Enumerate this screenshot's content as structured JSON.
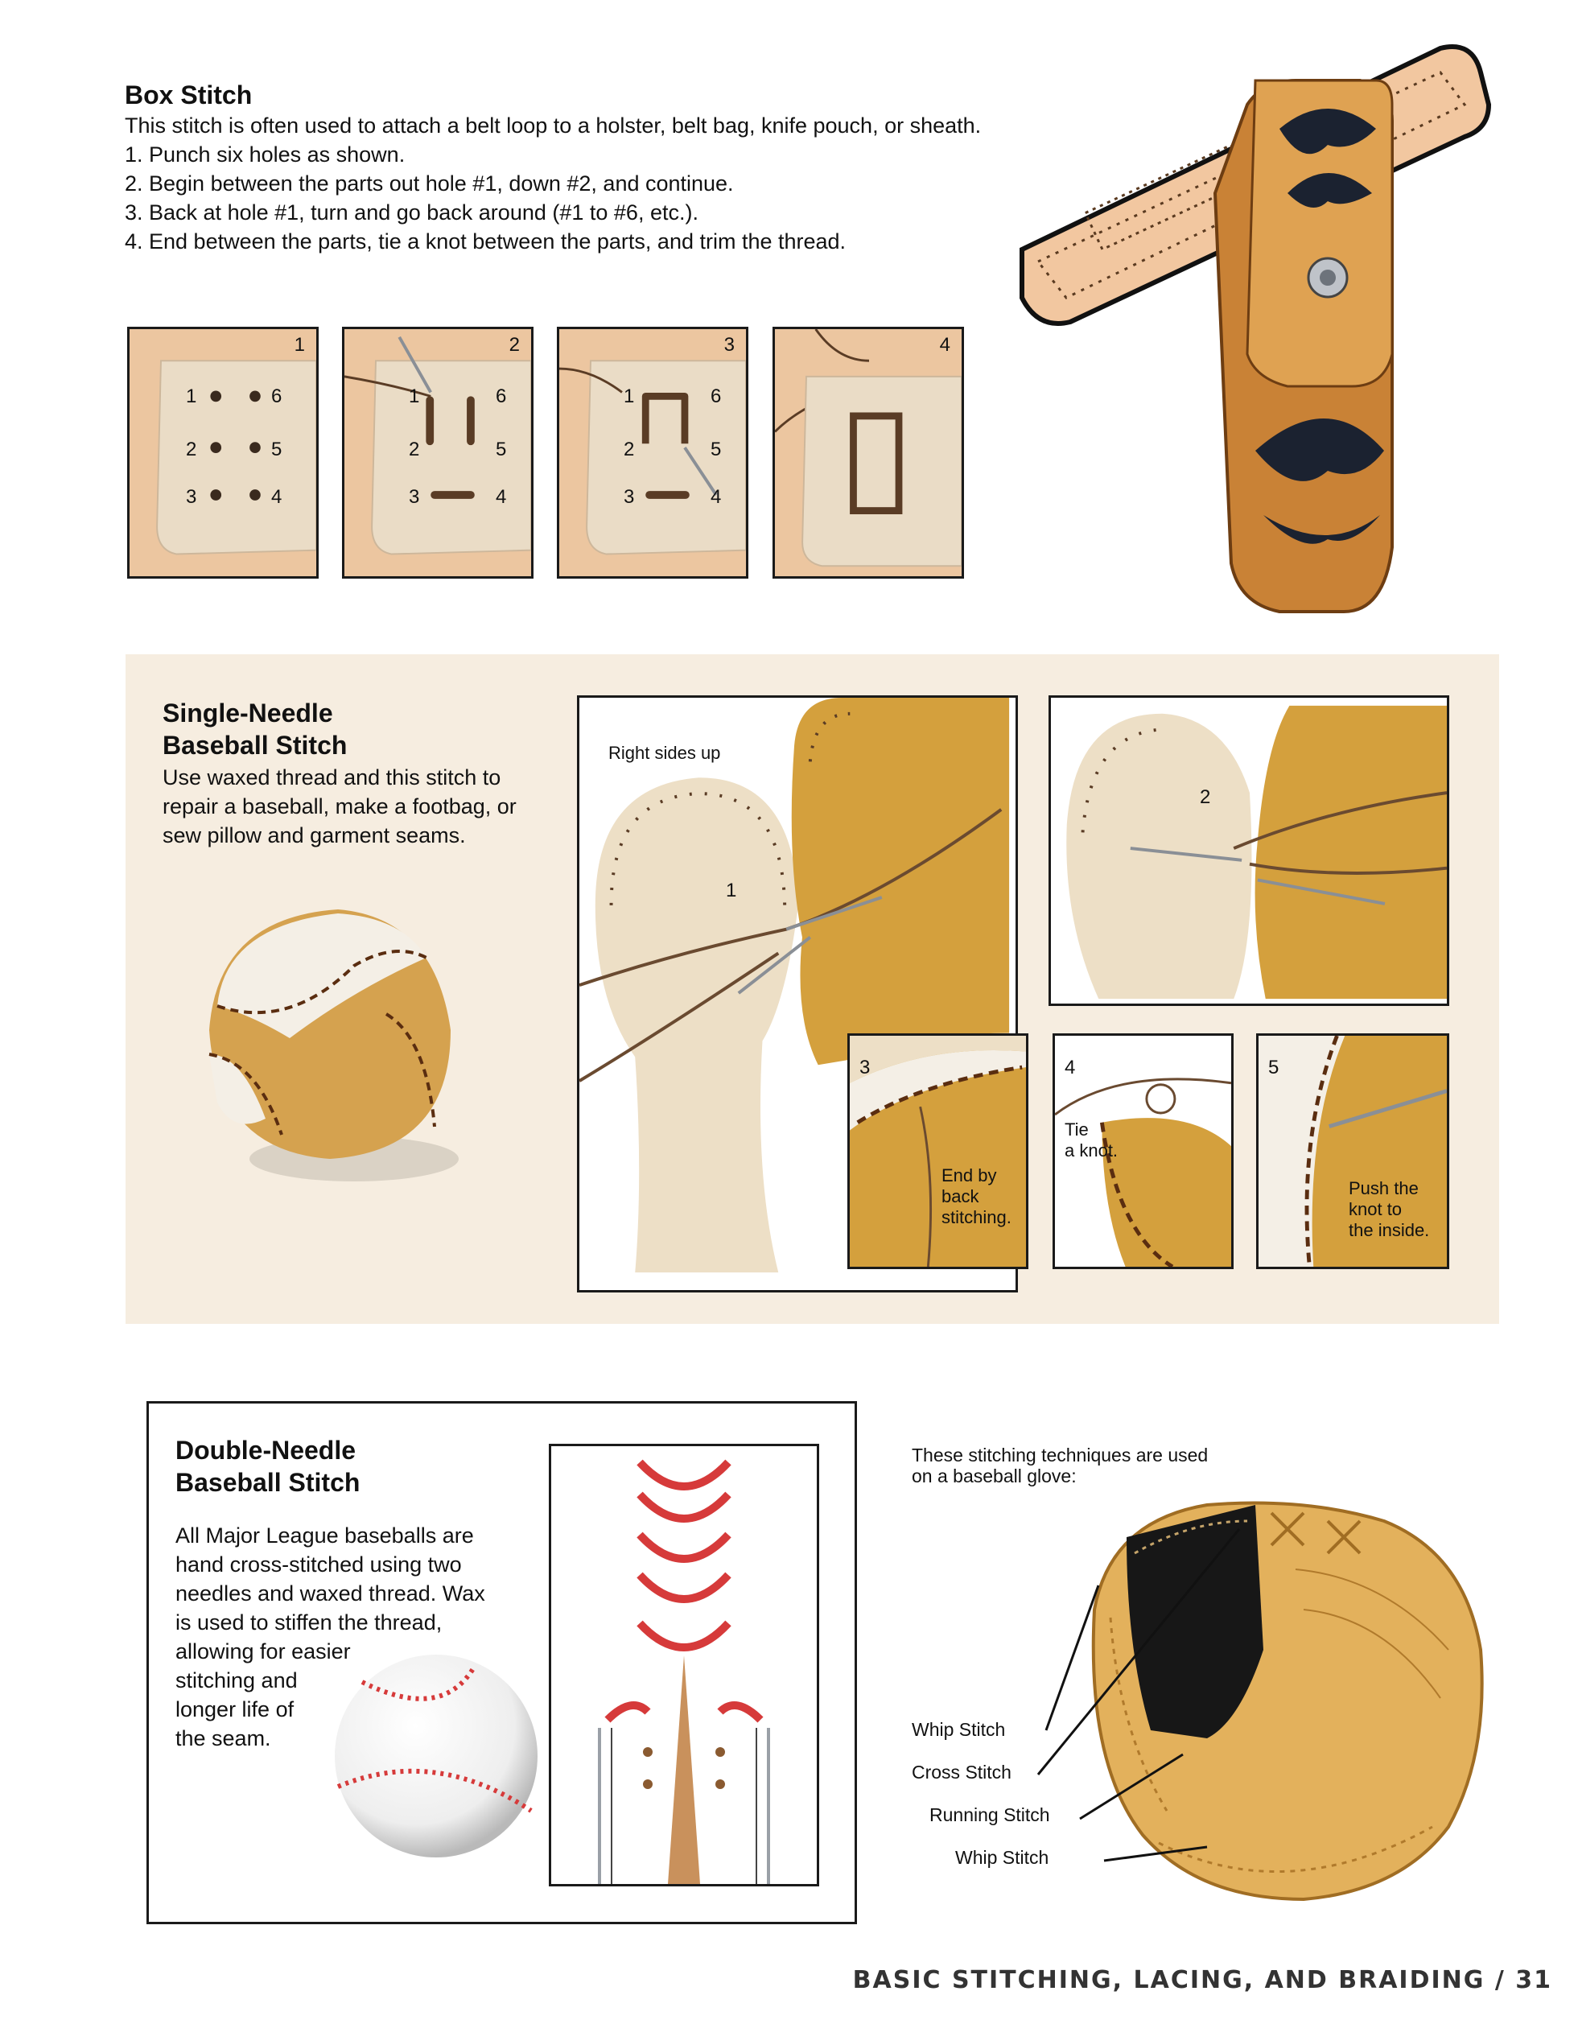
{
  "box_stitch": {
    "title": "Box Stitch",
    "intro": "This stitch is often used to attach a belt loop to a holster, belt bag, knife pouch, or sheath.",
    "steps": [
      "1. Punch six holes as shown.",
      "2. Begin between the parts out hole #1, down #2, and continue.",
      "3. Back at hole #1, turn and go back around (#1 to #6, etc.).",
      "4. End between the parts, tie a knot between the parts, and trim the thread."
    ],
    "panels": [
      {
        "number": "1",
        "holes": [
          "1",
          "6",
          "2",
          "5",
          "3",
          "4"
        ]
      },
      {
        "number": "2",
        "holes": [
          "1",
          "6",
          "2",
          "5",
          "3",
          "4"
        ]
      },
      {
        "number": "3",
        "holes": [
          "1",
          "6",
          "2",
          "5",
          "3",
          "4"
        ]
      },
      {
        "number": "4"
      }
    ]
  },
  "single_needle": {
    "title_line1": "Single-Needle",
    "title_line2": "Baseball Stitch",
    "description": [
      "Use waxed thread and this stitch to",
      "repair a baseball, make a footbag, or",
      "sew pillow and garment seams."
    ],
    "photo1_caption": "Right sides up",
    "photo1_number": "1",
    "photo2_number": "2",
    "photo3_number": "3",
    "photo3_caption": [
      "End by",
      "back",
      "stitching."
    ],
    "photo4_number": "4",
    "photo4_caption": [
      "Tie",
      "a knot."
    ],
    "photo5_number": "5",
    "photo5_caption": [
      "Push the",
      "knot to",
      "the inside."
    ]
  },
  "double_needle": {
    "title_line1": "Double-Needle",
    "title_line2": "Baseball Stitch",
    "description": [
      "All Major League baseballs are",
      "hand cross-stitched using two",
      "needles and waxed thread. Wax",
      "is used to stiffen the thread,",
      "allowing for easier",
      "stitching and",
      "longer life of",
      "the seam."
    ]
  },
  "glove": {
    "intro": [
      "These stitching techniques are used",
      "on a baseball glove:"
    ],
    "labels": [
      "Whip Stitch",
      "Cross Stitch",
      "Running Stitch",
      "Whip Stitch"
    ]
  },
  "footer": "BASIC STITCHING, LACING, AND BRAIDING / 31",
  "colors": {
    "panel_bg": "#f6ede0",
    "leather_tan": "#d9a35a",
    "suede": "#ecdcc4",
    "stitch_red": "#d63a3a"
  }
}
